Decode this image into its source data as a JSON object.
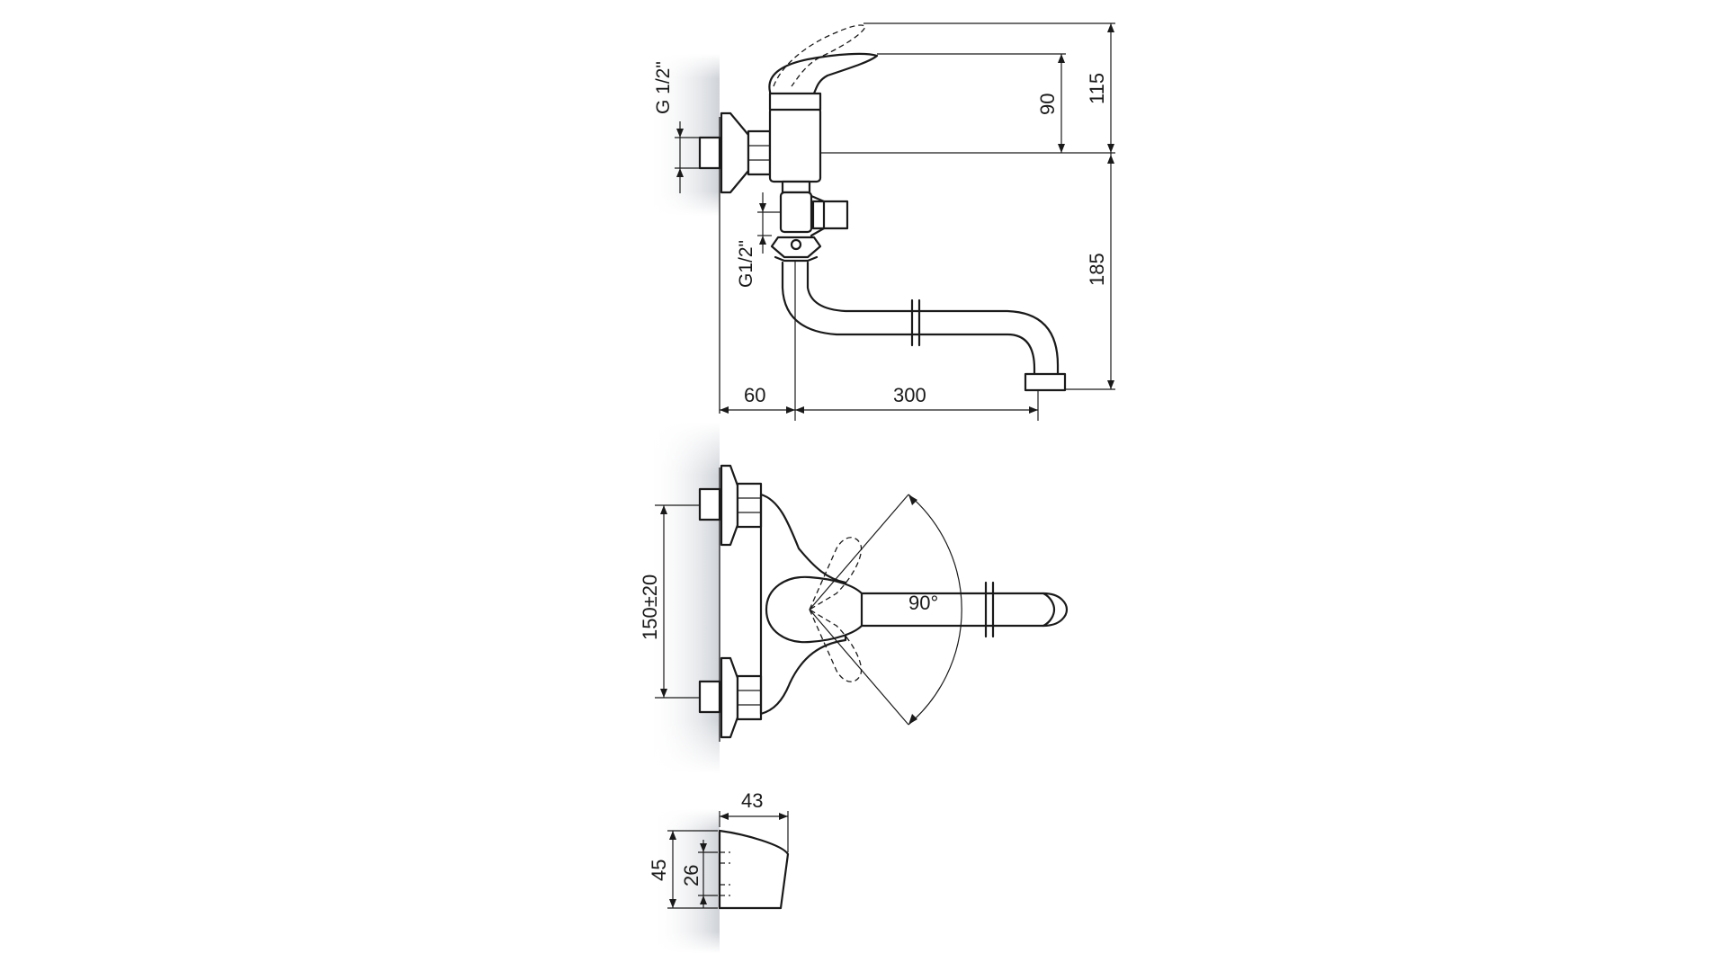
{
  "drawing": {
    "side_view": {
      "inlet_thread_label": "G 1/2\"",
      "outlet_thread_label": "G1/2\"",
      "handle_height_label": "90",
      "total_height_label": "115",
      "spout_drop_label": "185",
      "wall_offset_label": "60",
      "spout_reach_label": "300"
    },
    "front_view": {
      "inlet_spacing_label": "150±20",
      "handle_rotation_label": "90°"
    },
    "flange_detail": {
      "width_label": "43",
      "outer_height_label": "45",
      "inner_height_label": "26"
    }
  }
}
